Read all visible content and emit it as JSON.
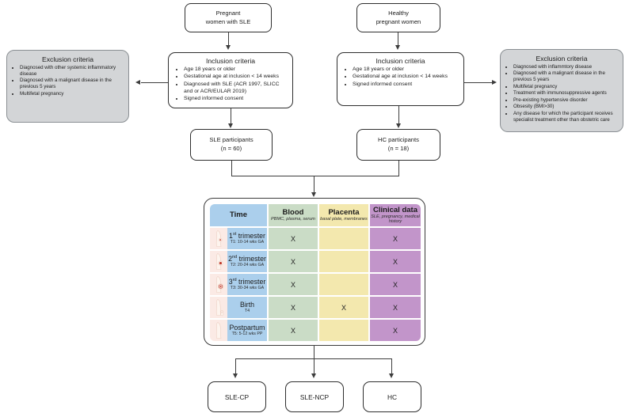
{
  "populations": {
    "sle": {
      "line1": "Pregnant",
      "line2": "women with SLE"
    },
    "hc": {
      "line1": "Healthy",
      "line2": "pregnant women"
    }
  },
  "inclusion_sle": {
    "title": "Inclusion criteria",
    "items": [
      "Age 18 years or older",
      "Gestational age at inclusion < 14 weeks",
      "Diagnosed with SLE (ACR 1997, SLICC and or ACR/EULAR 2019)",
      "Signed informed consent"
    ]
  },
  "inclusion_hc": {
    "title": "Inclusion criteria",
    "items": [
      "Age 18 years or older",
      "Gestational age at inclusion < 14 weeks",
      "Signed informed consent"
    ]
  },
  "exclusion_sle": {
    "title": "Exclusion criteria",
    "items": [
      "Diagnosed with other systemic inflammatory disease",
      "Diagnosed with a malignant disease in the previous 5 years",
      "Multifetal pregnancy"
    ]
  },
  "exclusion_hc": {
    "title": "Exclusion criteria",
    "items": [
      "Diagnosed with inflammtory disease",
      "Diagnosed with a malignant disease in the previous 5 years",
      "Multifetal pregnancy",
      "Treatment with immunosuppressive agents",
      "Pre-existing hypertensive disorder",
      "Obsesity (BMI>30)",
      "Any disease for which the participant receives specialist treatment other than obstetric care"
    ]
  },
  "participants": {
    "sle": {
      "line1": "SLE participants",
      "line2": "(n = 60)"
    },
    "hc": {
      "line1": "HC participants",
      "line2": "(n = 18)"
    }
  },
  "table": {
    "columns": [
      {
        "label": "Time",
        "sub": ""
      },
      {
        "label": "Blood",
        "sub": "PBMC, plasma, serum"
      },
      {
        "label": "Placenta",
        "sub": "basal plate, membranes"
      },
      {
        "label": "Clinical data",
        "sub": "SLE, pregnancy, medical history"
      }
    ],
    "rows": [
      {
        "pre": "1",
        "sup": "st",
        "post": " trimester",
        "sub": "T1: 10-14 wks GA",
        "blood": "X",
        "placenta": "",
        "clinical": "X"
      },
      {
        "pre": "2",
        "sup": "nd",
        "post": " trimester",
        "sub": "T2: 20-24 wks GA",
        "blood": "X",
        "placenta": "",
        "clinical": "X"
      },
      {
        "pre": "3",
        "sup": "rd",
        "post": " trimester",
        "sub": "T3: 30-34 wks GA",
        "blood": "X",
        "placenta": "",
        "clinical": "X"
      },
      {
        "pre": "Birth",
        "sup": "",
        "post": "",
        "sub": "T4",
        "blood": "X",
        "placenta": "X",
        "clinical": "X"
      },
      {
        "pre": "Postpartum",
        "sup": "",
        "post": "",
        "sub": "T5: 5-12 wks PP",
        "blood": "X",
        "placenta": "",
        "clinical": "X"
      }
    ]
  },
  "groups": [
    "SLE-CP",
    "SLE-NCP",
    "HC"
  ],
  "icons": {
    "t1": "pregnant-figure-first-trimester-icon",
    "t2": "pregnant-figure-second-trimester-icon",
    "t3": "pregnant-figure-third-trimester-icon",
    "t4": "mother-with-newborn-icon",
    "t5": "postpartum-figure-icon"
  },
  "colors": {
    "time_column": "#abcfec",
    "blood_column": "#cadcc6",
    "placenta_column": "#f3e8ae",
    "clinical_column": "#c295ca",
    "icon_strip": "#fbeae5",
    "exclusion_box": "#d3d5d7",
    "line": "#3d3d3d"
  }
}
